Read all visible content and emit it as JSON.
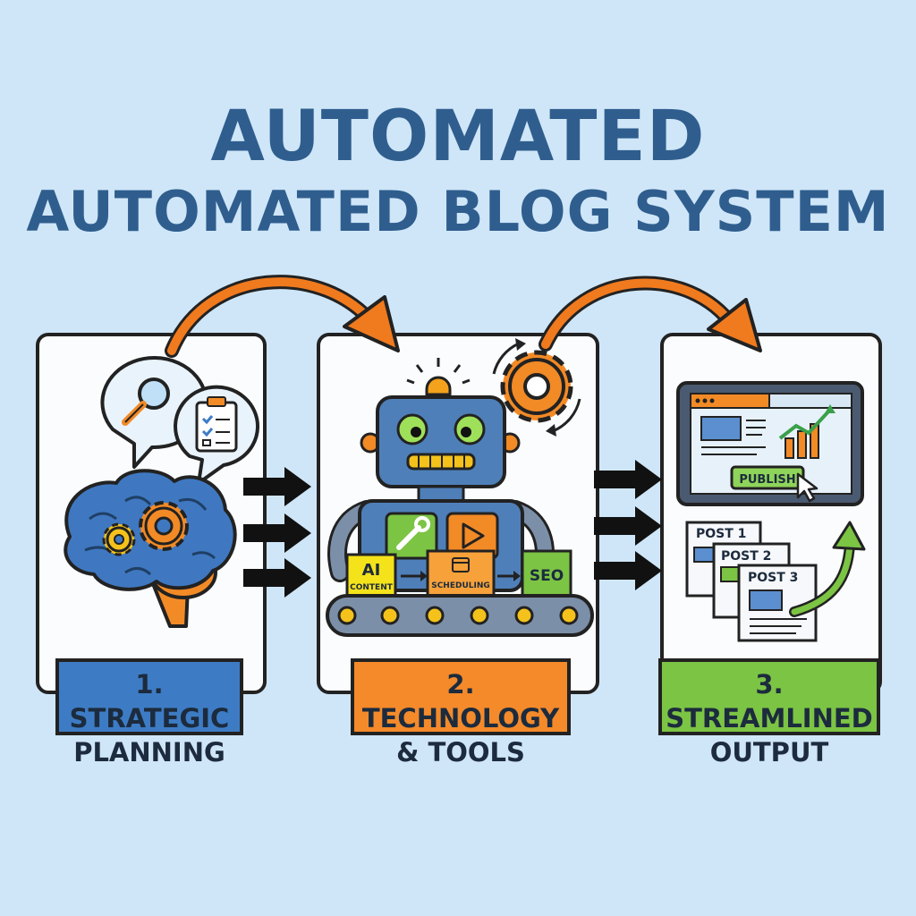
{
  "title": {
    "line1": "AUTOMATED",
    "line2": "AUTOMATED BLOG SYSTEM"
  },
  "steps": [
    {
      "label_line1": "1. STRATEGIC",
      "label_line2": "PLANNING",
      "color": "#3d7cc4"
    },
    {
      "label_line1": "2. TECHNOLOGY",
      "label_line2": "& TOOLS",
      "color": "#f48a2a"
    },
    {
      "label_line1": "3. STREAMLINED",
      "label_line2": "OUTPUT",
      "color": "#7cc444"
    }
  ],
  "tools": {
    "ai_big": "AI",
    "ai_small": "CONTENT",
    "scheduling": "SCHEDULING",
    "seo": "SEO"
  },
  "output": {
    "publish_button": "PUBLISH",
    "posts": [
      "POST 1",
      "POST 2",
      "POST 3"
    ]
  },
  "colors": {
    "background": "#cfe6f8",
    "title": "#2f5e8e",
    "arrow_orange": "#f07a1e",
    "robot_blue": "#4f7fb8",
    "brain_blue": "#3f78c0",
    "gear_orange": "#f28a26",
    "gear_yellow": "#f4c21b",
    "green": "#7cc444"
  },
  "icons": [
    "magnifier-icon",
    "clipboard-icon",
    "brain-icon",
    "gear-icon",
    "robot-icon",
    "wrench-icon",
    "play-icon",
    "calendar-icon",
    "conveyor-icon",
    "monitor-icon",
    "chart-icon",
    "cursor-icon",
    "document-icon",
    "up-arrow-icon"
  ]
}
